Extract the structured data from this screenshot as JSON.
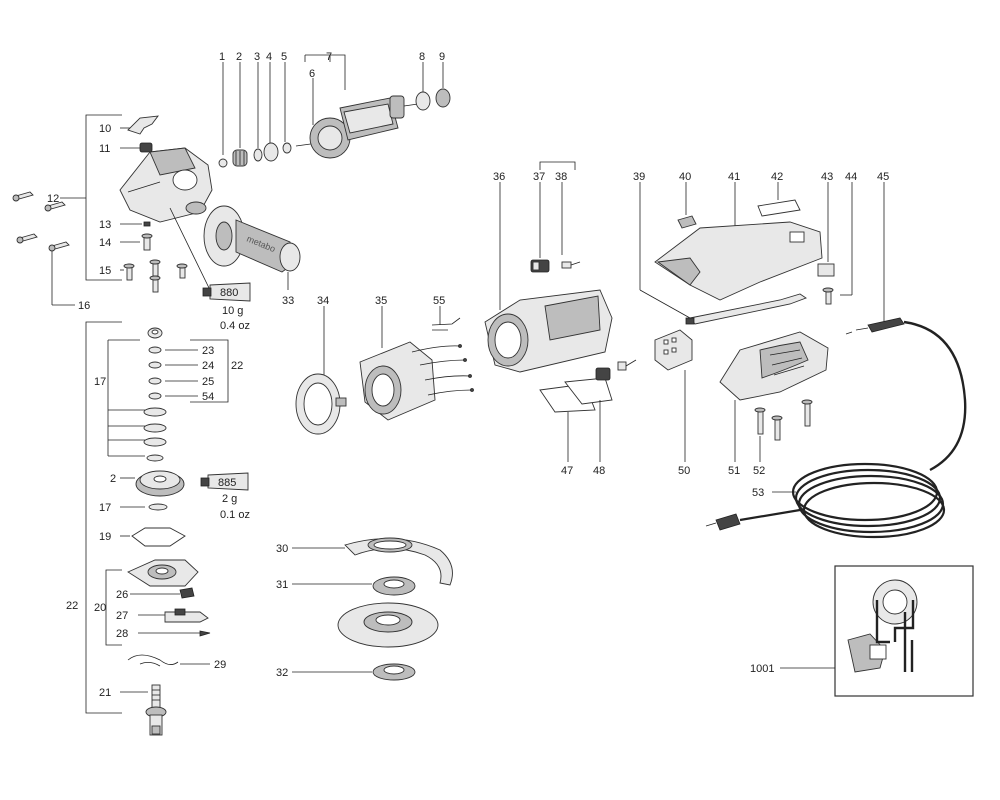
{
  "callouts": {
    "c1": "1",
    "c2": "2",
    "c3": "3",
    "c4": "4",
    "c5": "5",
    "c6": "6",
    "c7": "7",
    "c8": "8",
    "c9": "9",
    "c10": "10",
    "c11": "11",
    "c12": "12",
    "c13": "13",
    "c14": "14",
    "c15": "15",
    "c16": "16",
    "c17": "17",
    "c2b": "2",
    "c17b": "17",
    "c19": "19",
    "c20": "20",
    "c21": "21",
    "c22": "22",
    "c22b": "22",
    "c23": "23",
    "c24": "24",
    "c25": "25",
    "c54": "54",
    "c26": "26",
    "c27": "27",
    "c28": "28",
    "c29": "29",
    "c30": "30",
    "c31": "31",
    "c32": "32",
    "c33": "33",
    "c34": "34",
    "c35": "35",
    "c36": "36",
    "c37": "37",
    "c38": "38",
    "c39": "39",
    "c40": "40",
    "c41": "41",
    "c42": "42",
    "c43": "43",
    "c44": "44",
    "c45": "45",
    "c47": "47",
    "c48": "48",
    "c50": "50",
    "c51": "51",
    "c52": "52",
    "c53": "53",
    "c55": "55",
    "c1001": "1001"
  },
  "grease": {
    "g880": {
      "code": "880",
      "amount": "10 g",
      "oz": "0.4 oz"
    },
    "g885": {
      "code": "885",
      "amount": "2 g",
      "oz": "0.1 oz"
    }
  },
  "brand_mark": "metabo"
}
